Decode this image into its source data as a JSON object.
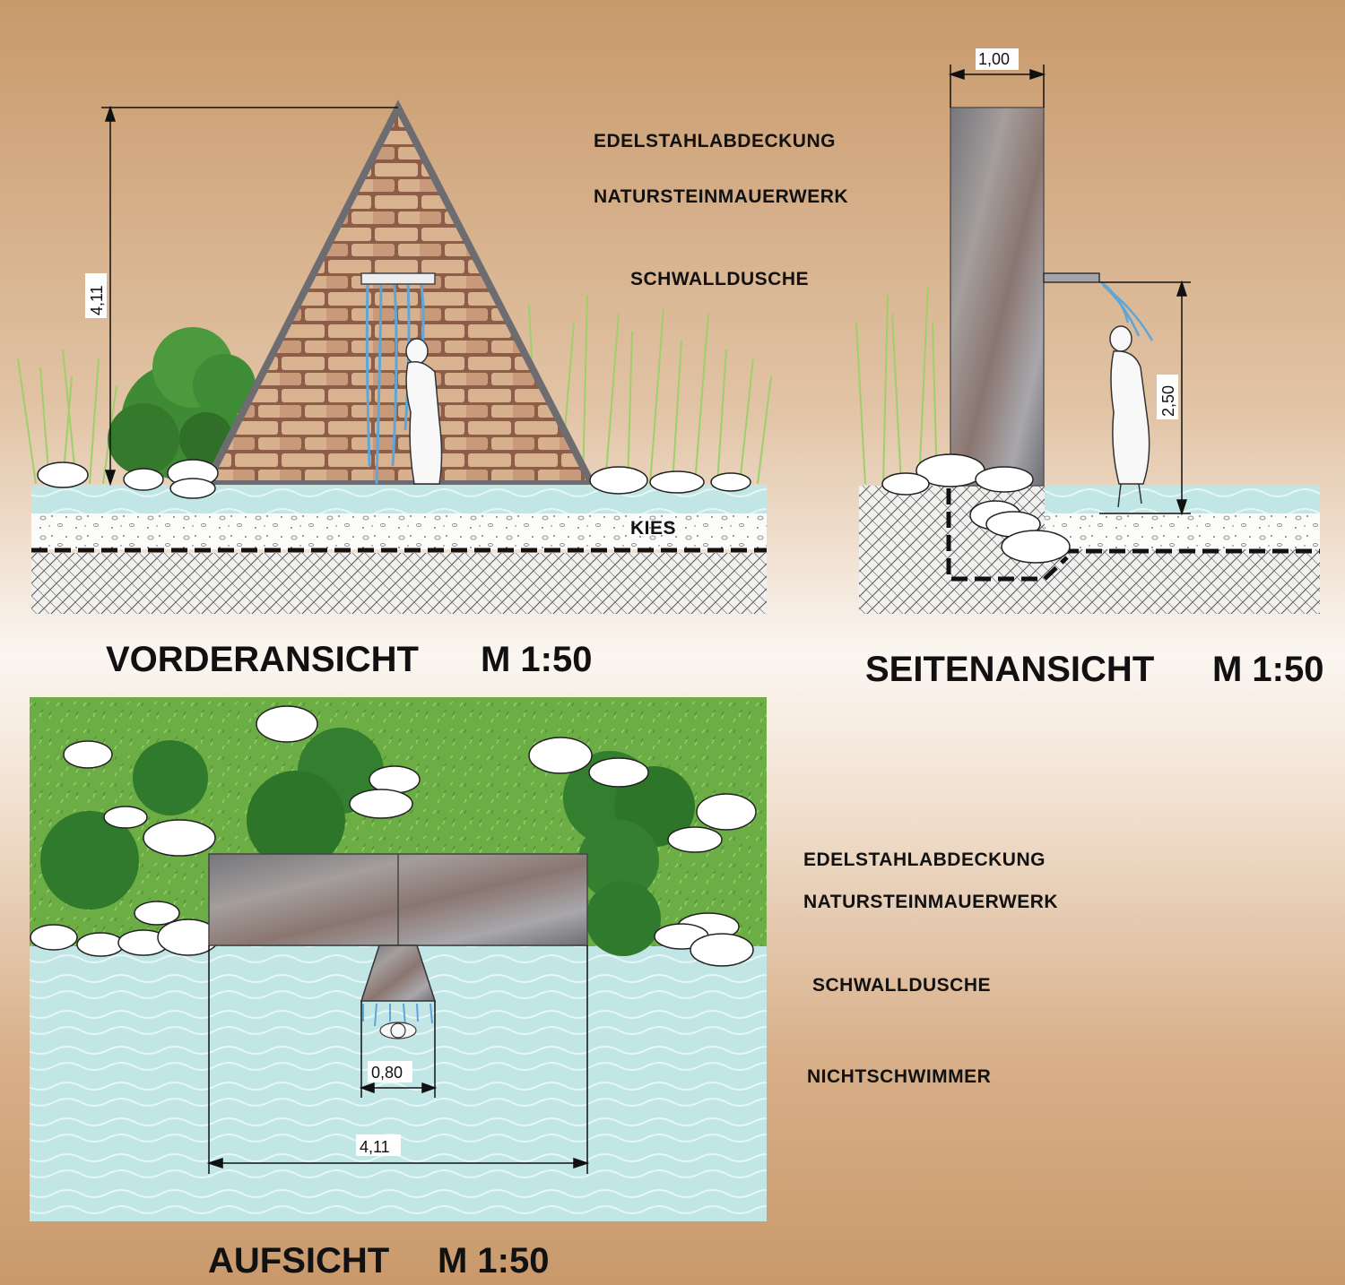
{
  "front_view": {
    "title": "VORDERANSICHT",
    "scale": "M 1:50",
    "dimension_height": "4,11",
    "labels": {
      "cover": "EDELSTAHLABDECKUNG",
      "masonry": "NATURSTEINMAUERWERK",
      "shower": "SCHWALLDUSCHE",
      "gravel": "KIES"
    }
  },
  "side_view": {
    "title": "SEITENANSICHT",
    "scale": "M 1:50",
    "dimension_width": "1,00",
    "dimension_height": "2,50"
  },
  "top_view": {
    "title": "AUFSICHT",
    "scale": "M 1:50",
    "dimension_shower_width": "0,80",
    "dimension_wall_width": "4,11",
    "labels": {
      "cover": "EDELSTAHLABDECKUNG",
      "masonry": "NATURSTEINMAUERWERK",
      "shower": "SCHWALLDUSCHE",
      "non_swimmer": "NICHTSCHWIMMER"
    }
  },
  "colors": {
    "background_top": "#c8996b",
    "water": "#bfe3e3",
    "grass": "#6fb04a",
    "stone": "#b8826a",
    "steel": "#8f8e92"
  }
}
